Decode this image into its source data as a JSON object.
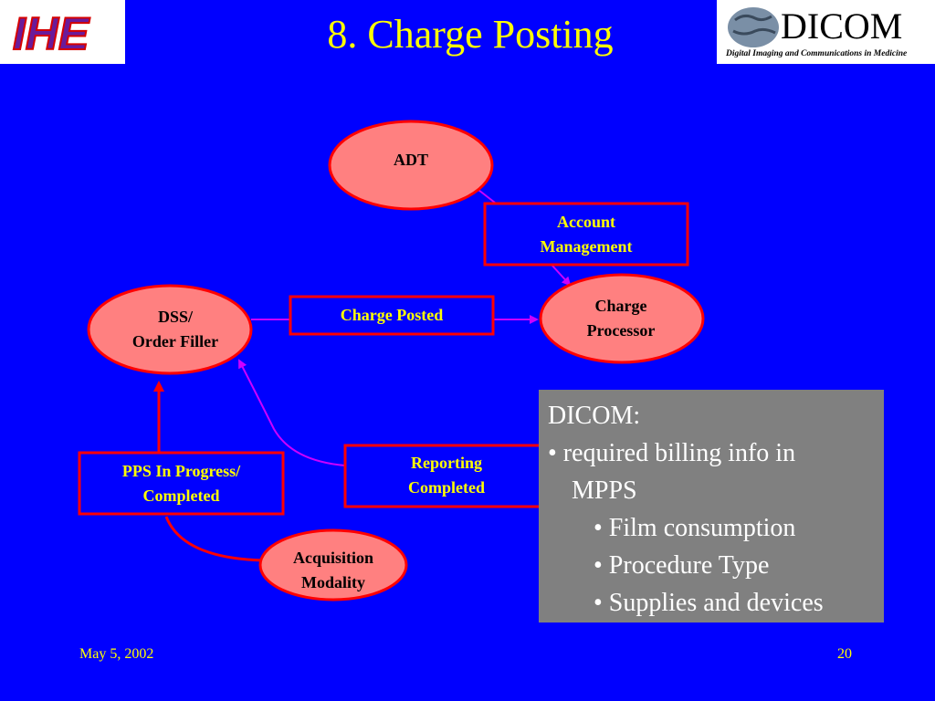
{
  "title": "8. Charge Posting",
  "logos": {
    "ihe": "IHE",
    "dicom": "DICOM",
    "dicom_tagline": "Digital Imaging and Communications in Medicine"
  },
  "nodes": {
    "adt": "ADT",
    "charge_processor": [
      "Charge",
      "Processor"
    ],
    "dss": [
      "DSS/",
      "Order Filler"
    ],
    "acquisition": [
      "Acquisition",
      "Modality"
    ]
  },
  "transactions": {
    "account_management": [
      "Account",
      "Management"
    ],
    "charge_posted": "Charge Posted",
    "reporting_completed": [
      "Reporting",
      "Completed"
    ],
    "pps": [
      "PPS In Progress/",
      "Completed"
    ]
  },
  "note": {
    "heading": "DICOM:",
    "items": [
      "• required billing info in",
      "MPPS",
      "• Film consumption",
      "• Procedure Type",
      "• Supplies and devices"
    ]
  },
  "footer": {
    "date": "May 5, 2002",
    "page": "20"
  },
  "colors": {
    "background": "#0000ff",
    "title": "#ffff00",
    "ellipse_fill": "#ff8080",
    "border": "#ff0000",
    "arrow": "#cc00ff",
    "note_box": "#808080"
  }
}
